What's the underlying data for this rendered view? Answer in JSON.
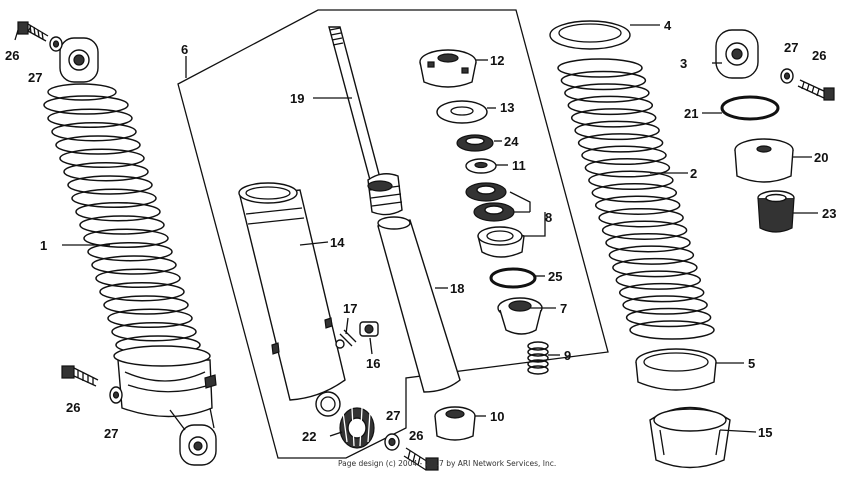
{
  "diagram": {
    "type": "exploded-parts",
    "callouts": {
      "n1": "1",
      "n2": "2",
      "n3": "3",
      "n4": "4",
      "n5": "5",
      "n6": "6",
      "n7": "7",
      "n8": "8",
      "n9": "9",
      "n10": "10",
      "n11": "11",
      "n12": "12",
      "n13": "13",
      "n14": "14",
      "n15": "15",
      "n16": "16",
      "n17": "17",
      "n18": "18",
      "n19": "19",
      "n20": "20",
      "n21": "21",
      "n22": "22",
      "n23": "23",
      "n24": "24",
      "n25": "25",
      "n26a": "26",
      "n26b": "26",
      "n26c": "26",
      "n26d": "26",
      "n27a": "27",
      "n27b": "27",
      "n27c": "27",
      "n27d": "27"
    },
    "copyright": "Page design (c) 2004 - 2017 by ARI Network Services, Inc."
  }
}
